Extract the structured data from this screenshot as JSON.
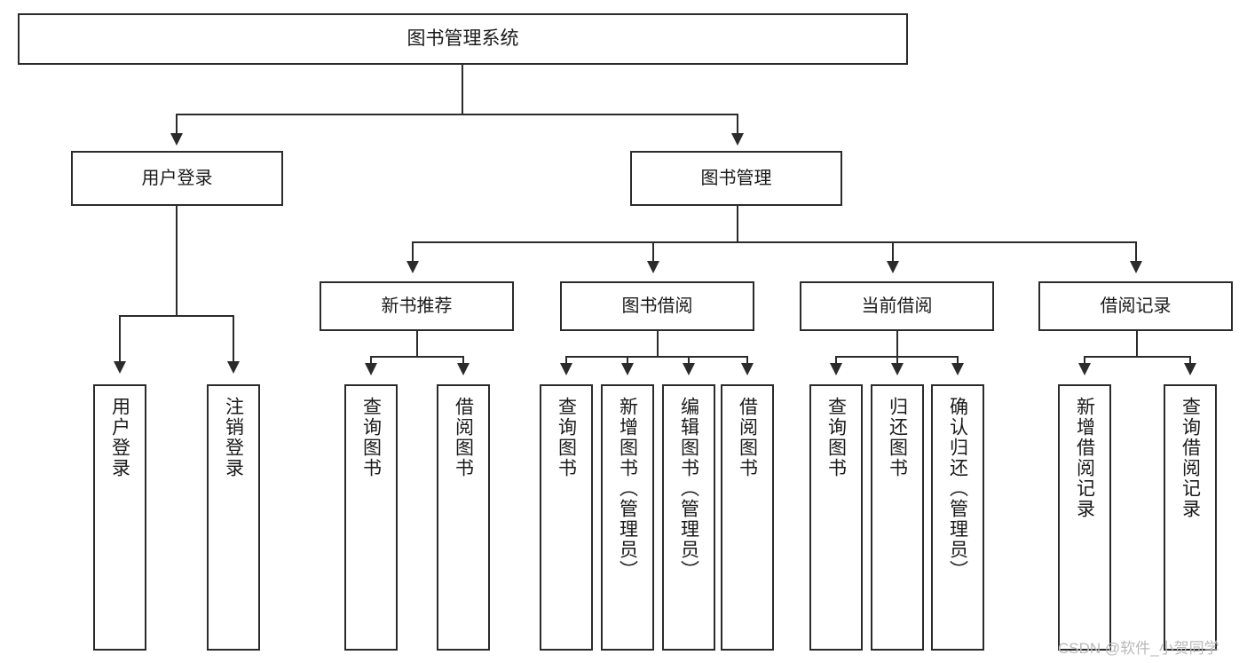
{
  "diagram": {
    "title": "图书管理系统",
    "type": "tree",
    "root": {
      "label": "图书管理系统"
    },
    "level2": [
      {
        "label": "用户登录"
      },
      {
        "label": "图书管理"
      }
    ],
    "level3": [
      {
        "label": "新书推荐"
      },
      {
        "label": "图书借阅"
      },
      {
        "label": "当前借阅"
      },
      {
        "label": "借阅记录"
      }
    ],
    "leaves": {
      "user_login": [
        {
          "label": "用户登录"
        },
        {
          "label": "注销登录"
        }
      ],
      "new_book_recommend": [
        {
          "label": "查询图书"
        },
        {
          "label": "借阅图书"
        }
      ],
      "book_borrow": [
        {
          "label": "查询图书"
        },
        {
          "label": "新增图书（管理员）"
        },
        {
          "label": "编辑图书（管理员）"
        },
        {
          "label": "借阅图书"
        }
      ],
      "current_borrow": [
        {
          "label": "查询图书"
        },
        {
          "label": "归还图书"
        },
        {
          "label": "确认归还（管理员）"
        }
      ],
      "borrow_record": [
        {
          "label": "新增借阅记录"
        },
        {
          "label": "查询借阅记录"
        }
      ]
    }
  },
  "watermark": {
    "text": "CSDN @软件_小贺同学",
    "color": "#b9b9b9"
  },
  "colors": {
    "stroke": "#2b2b2b",
    "background": "#ffffff",
    "text": "#1a1a1a"
  }
}
